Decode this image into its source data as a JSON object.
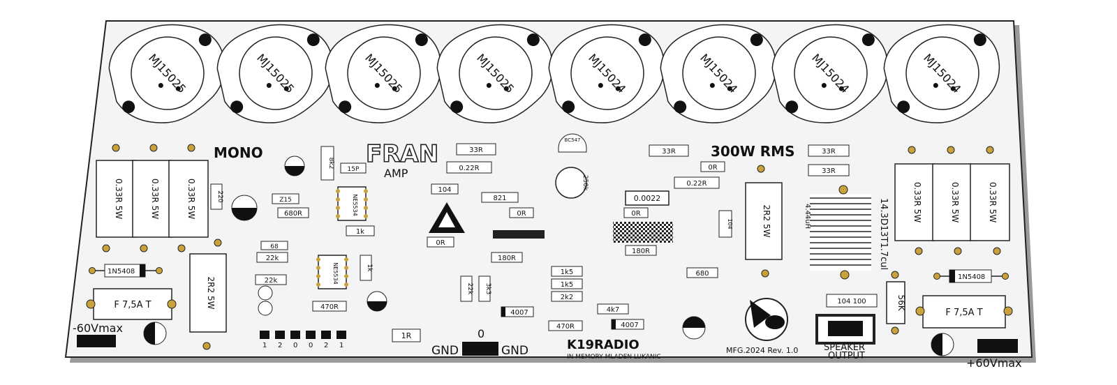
{
  "board": {
    "colors": {
      "background": "#f4f4f4",
      "outline": "#222222",
      "pad": "#c9a23c",
      "ink": "#111111"
    },
    "icons": [
      "transistor-outline-icon",
      "esd-warning-icon",
      "wasp-logo-icon",
      "coil-icon"
    ],
    "transistors": [
      "MJ15025",
      "MJ15025",
      "MJ15025",
      "MJ15025",
      "MJ15024",
      "MJ15024",
      "MJ15024",
      "MJ15024"
    ],
    "title_mono": "MONO",
    "logo_fran": "FRAN",
    "logo_amp": "AMP",
    "power_rating": "300W RMS",
    "brand": "K19RADIO",
    "memorial": "IN MEMORY MLADEN LUKANIC",
    "manufacture": "MFG.2024 Rev. 1.0",
    "speaker_line1": "SPEAKER",
    "speaker_line2": "OUTPUT",
    "neg_supply": "-60Vmax",
    "pos_supply": "+60Vmax",
    "gnd_zero": "0",
    "gnd_left": "GND",
    "gnd_right": "GND",
    "header_pins": [
      "1",
      "2",
      "0",
      "0",
      "2",
      "1"
    ],
    "coil_label": "14.3D13T1.7cul",
    "coil_inductance": "4.44uH",
    "power_resistors_left": [
      "0.33R 5W",
      "0.33R 5W",
      "0.33R 5W"
    ],
    "power_resistors_right": [
      "0.33R 5W",
      "0.33R 5W",
      "0.33R 5W"
    ],
    "fuse_left": "F 7,5A T",
    "fuse_right": "F 7,5A T",
    "diode_left": "1N5408",
    "diode_right": "1N5408",
    "res_2r2_left": "2R2 5W",
    "res_2r2_center": "2R2 5W",
    "res_56k": "56K",
    "ic_1": "NE5534",
    "ic_2": "NE5534",
    "cap_104_100": "104 100",
    "cap_0022": "0.0022",
    "labels": {
      "r33a": "33R",
      "r022a": "0.22R",
      "r33b": "33R",
      "r33c": "33R",
      "r33d": "33R",
      "r022b": "0.22R",
      "r0ra": "0R",
      "r0rb": "0R",
      "r0rc": "0R",
      "r0rd": "0R",
      "c104a": "104",
      "r821": "821",
      "r1k": "1k",
      "r22ka": "22k",
      "r22kb": "22k",
      "r680a": "680R",
      "r680b": "680",
      "c68": "68",
      "r470a": "470R",
      "r470b": "470R",
      "r180a": "180R",
      "r180b": "180R",
      "r1k5a": "1k5",
      "r1k5b": "1k5",
      "r2k2": "2k2",
      "r4k7": "4k7",
      "d4007a": "4007",
      "d4007b": "4007",
      "r1r": "1R",
      "z15a": "Z15",
      "r8k2": "8k2",
      "c15p": "15P",
      "r220": "220",
      "pot250k": "250k",
      "bc547": "BC547",
      "c104b": "104",
      "r22k1": "22k",
      "r3k3": "3k3",
      "r1k2": "1k"
    }
  }
}
